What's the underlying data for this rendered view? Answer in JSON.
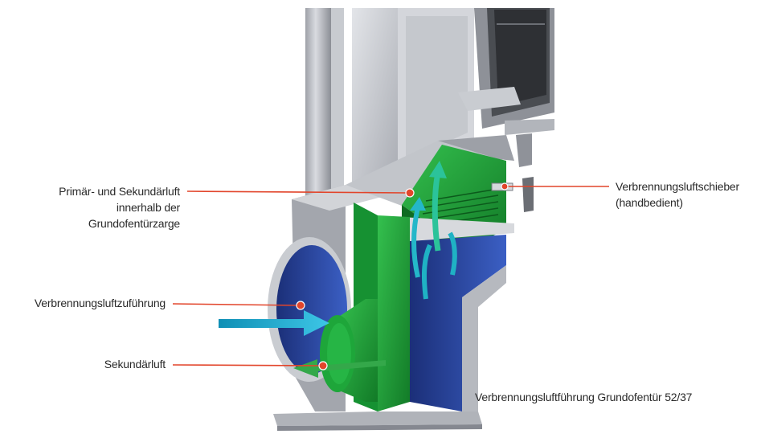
{
  "labels": {
    "primaer_sekundaer": {
      "line1": "Primär- und Sekundärluft",
      "line2": "innerhalb der",
      "line3": "Grundofentürzarge"
    },
    "zufuehrung": "Verbrennungsluftzuführung",
    "sekundaer": "Sekundärluft",
    "schieber": {
      "line1": "Verbrennungsluftschieber",
      "line2": "(handbedient)"
    }
  },
  "caption": "Verbrennungsluftführung Grundofentür 52/37",
  "colors": {
    "callout": "#e2452b",
    "green": "#1ea63a",
    "blue": "#2a4aa8",
    "arrow_cyan": "#1aa6c9",
    "metal": "#b9bcc2"
  }
}
